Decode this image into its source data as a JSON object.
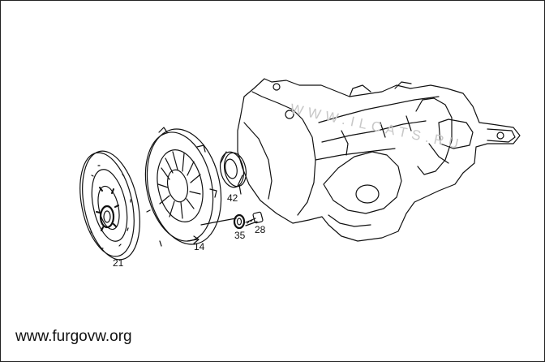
{
  "watermark": "WWW.ILCATS.RU",
  "site": "www.furgovw.org",
  "parts": {
    "disc": "21",
    "pressure_plate": "14",
    "release_bearing": "42",
    "washer": "35",
    "bolt": "28"
  }
}
